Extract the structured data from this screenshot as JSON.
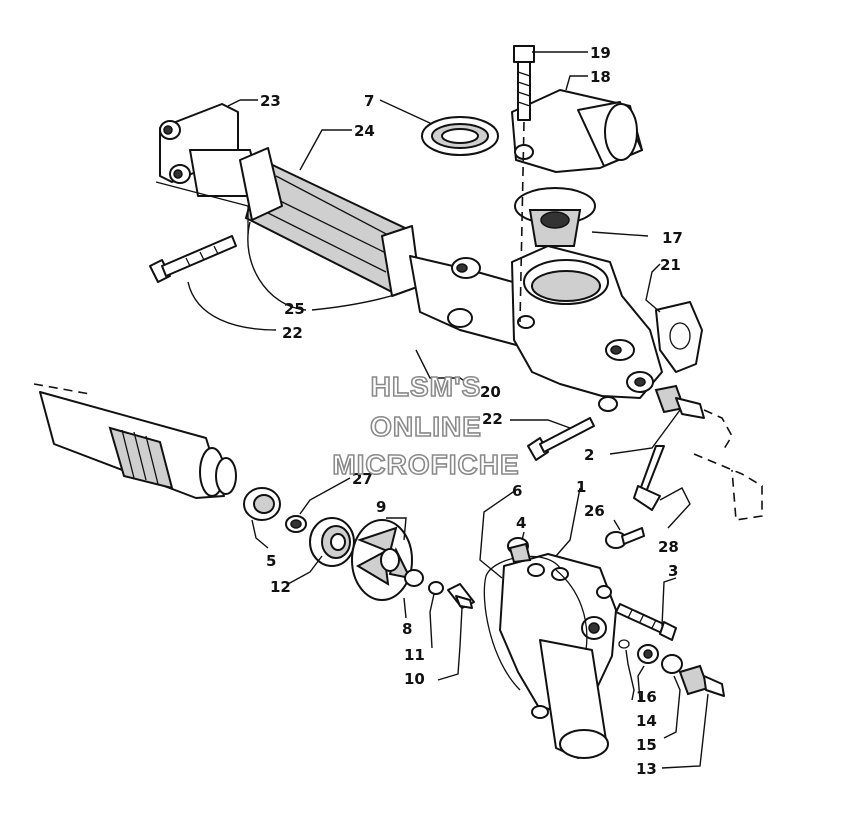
{
  "watermark": {
    "line1": "HLSM'S",
    "line2": "ONLINE",
    "line3": "MICROFICHE"
  },
  "callouts": {
    "c1": "1",
    "c2": "2",
    "c3": "3",
    "c4": "4",
    "c5": "5",
    "c6": "6",
    "c7": "7",
    "c8": "8",
    "c9": "9",
    "c10": "10",
    "c11": "11",
    "c12": "12",
    "c13": "13",
    "c14": "14",
    "c15": "15",
    "c16": "16",
    "c17": "17",
    "c18": "18",
    "c19": "19",
    "c20": "20",
    "c21": "21",
    "c22a": "22",
    "c22b": "22",
    "c23": "23",
    "c24": "24",
    "c25": "25",
    "c26": "26",
    "c27": "27",
    "c28": "28"
  }
}
